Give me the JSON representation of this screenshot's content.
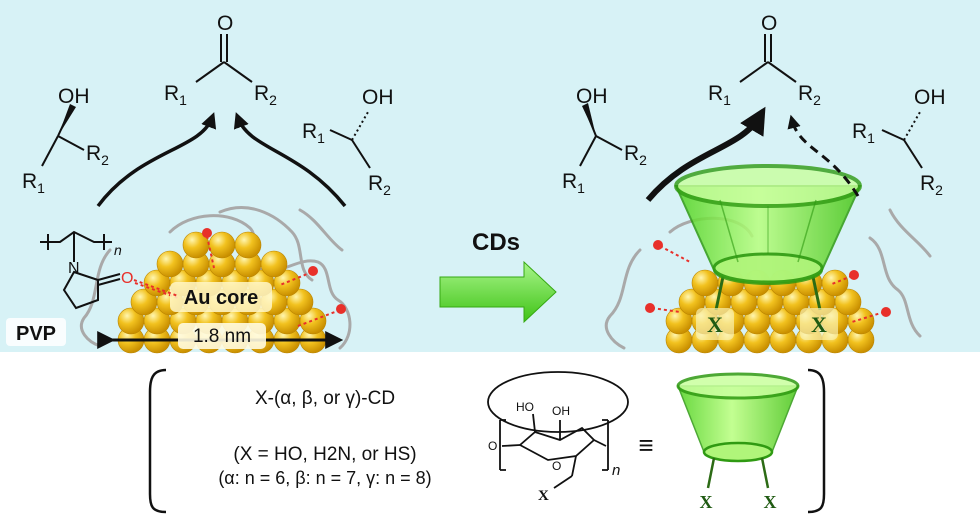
{
  "colors": {
    "panel_background": "#d7f2f6",
    "gold": "#f2c21f",
    "gold_dark": "#c99200",
    "cd_green": "#7ef04a",
    "cd_green_dark": "#2f9a12",
    "arrow_green": "#57d62d",
    "oxygen_red": "#e8302a",
    "x_green": "#1f5a12"
  },
  "top": {
    "left": {
      "alcohol_left": {
        "oh": "OH",
        "r1": "R1",
        "r2": "R2"
      },
      "ketone": {
        "o": "O",
        "r1": "R1",
        "r2": "R2"
      },
      "alcohol_right": {
        "oh": "OH",
        "r1": "R1",
        "r2": "R2"
      },
      "pvp_subscript": "n",
      "pvp_n": "N",
      "pvp_o": "O",
      "au_core_label": "Au core",
      "scale_label": "1.8 nm",
      "pvp_label": "PVP"
    },
    "middle_arrow_label": "CDs",
    "right": {
      "alcohol_left": {
        "oh": "OH",
        "r1": "R1",
        "r2": "R2"
      },
      "ketone": {
        "o": "O",
        "r1": "R1",
        "r2": "R2"
      },
      "alcohol_right": {
        "oh": "OH",
        "r1": "R1",
        "r2": "R2"
      },
      "x_left": "X",
      "x_right": "X"
    }
  },
  "bottom": {
    "line1": "X-(α, β, or γ)-CD",
    "line2": "(X = HO, H2N, or HS)",
    "line3": "(α: n = 6, β: n = 7, γ: n = 8)",
    "struct_ho": "HO",
    "struct_oh": "OH",
    "struct_o_ring": "O",
    "struct_o_link": "O",
    "struct_x": "X",
    "struct_n": "n",
    "equiv": "≡",
    "cd_x_left": "X",
    "cd_x_right": "X"
  }
}
